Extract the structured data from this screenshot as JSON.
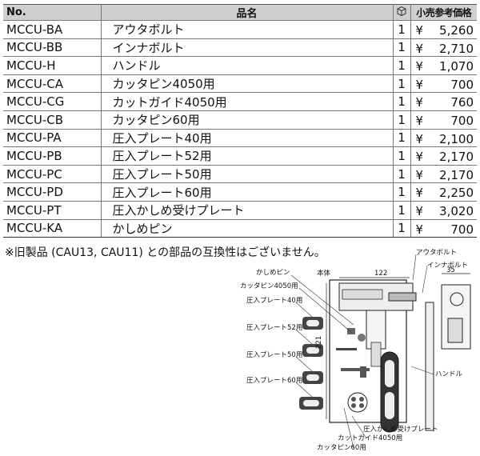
{
  "table": {
    "headers": {
      "no": "No.",
      "name": "品名",
      "qty_icon": "box-icon",
      "price": "小売参考価格"
    },
    "rows": [
      {
        "code": "MCCU-BA",
        "name": "アウタボルト",
        "qty": "1",
        "currency": "¥",
        "price": "5,260"
      },
      {
        "code": "MCCU-BB",
        "name": "インナボルト",
        "qty": "1",
        "currency": "¥",
        "price": "2,710"
      },
      {
        "code": "MCCU-H",
        "name": "ハンドル",
        "qty": "1",
        "currency": "¥",
        "price": "1,070"
      },
      {
        "code": "MCCU-CA",
        "name": "カッタピン4050用",
        "qty": "1",
        "currency": "¥",
        "price": "700"
      },
      {
        "code": "MCCU-CG",
        "name": "カットガイド4050用",
        "qty": "1",
        "currency": "¥",
        "price": "760"
      },
      {
        "code": "MCCU-CB",
        "name": "カッタピン60用",
        "qty": "1",
        "currency": "¥",
        "price": "700"
      },
      {
        "code": "MCCU-PA",
        "name": "圧入プレート40用",
        "qty": "1",
        "currency": "¥",
        "price": "2,100"
      },
      {
        "code": "MCCU-PB",
        "name": "圧入プレート52用",
        "qty": "1",
        "currency": "¥",
        "price": "2,170"
      },
      {
        "code": "MCCU-PC",
        "name": "圧入プレート50用",
        "qty": "1",
        "currency": "¥",
        "price": "2,170"
      },
      {
        "code": "MCCU-PD",
        "name": "圧入プレート60用",
        "qty": "1",
        "currency": "¥",
        "price": "2,250"
      },
      {
        "code": "MCCU-PT",
        "name": "圧入かしめ受けプレート",
        "qty": "1",
        "currency": "¥",
        "price": "3,020"
      },
      {
        "code": "MCCU-KA",
        "name": "かしめピン",
        "qty": "1",
        "currency": "¥",
        "price": "700"
      }
    ]
  },
  "note": "※旧製品 (CAU13, CAU11) との部品の互換性はございません。",
  "diagram": {
    "labels": {
      "outer_bolt": "アウタボルト",
      "inner_bolt": "インナボルト",
      "handle": "ハンドル",
      "body": "本体",
      "kashime_pin": "かしめピン",
      "cutter_pin_4050": "カッタピン4050用",
      "plate_40": "圧入プレート40用",
      "plate_52": "圧入プレート52用",
      "plate_50": "圧入プレート50用",
      "plate_60": "圧入プレート60用",
      "receive_plate": "圧入かしめ受けプレート",
      "cut_guide": "カットガイド4050用",
      "cutter_pin_60": "カッタピン60用"
    },
    "dimensions": {
      "width": "122",
      "height": "221",
      "depth": "35"
    }
  }
}
